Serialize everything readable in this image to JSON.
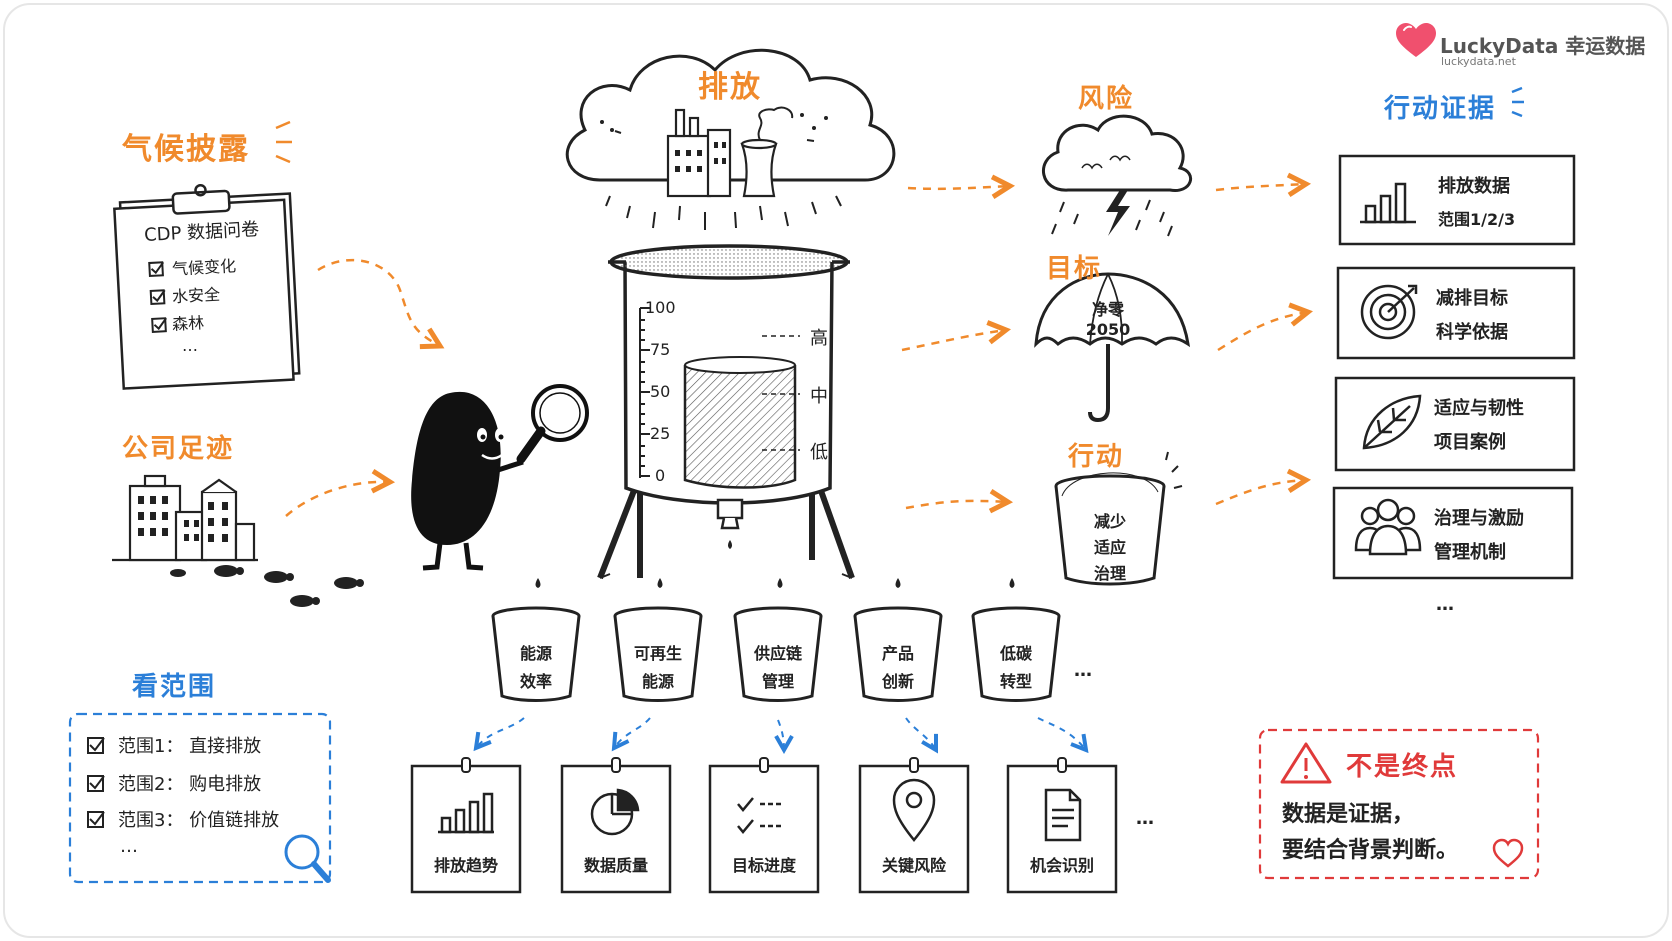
{
  "brand": {
    "name": "LuckyData 幸运数据",
    "url": "luckydata.net",
    "heart_color": "#f0506e"
  },
  "colors": {
    "orange": "#f08a2c",
    "blue": "#2b7fd8",
    "red": "#e03a3a",
    "ink": "#1e1e1e"
  },
  "left": {
    "disclosure_title": "气候披露",
    "questionnaire": {
      "title": "CDP 数据问卷",
      "items": [
        "气候变化",
        "水安全",
        "森林"
      ],
      "more": "…"
    },
    "footprint_title": "公司足迹"
  },
  "center": {
    "cloud_title": "排放",
    "tank": {
      "scale": [
        "100",
        "75",
        "50",
        "25",
        "0"
      ],
      "levels": [
        "高",
        "中",
        "低"
      ],
      "fill_percent": 65
    },
    "cups": [
      {
        "line1": "能源",
        "line2": "效率"
      },
      {
        "line1": "可再生",
        "line2": "能源"
      },
      {
        "line1": "供应链",
        "line2": "管理"
      },
      {
        "line1": "产品",
        "line2": "创新"
      },
      {
        "line1": "低碳",
        "line2": "转型"
      }
    ],
    "cups_more": "…",
    "cards": [
      "排放趋势",
      "数据质量",
      "目标进度",
      "关键风险",
      "机会识别"
    ],
    "cards_more": "…"
  },
  "scope_box": {
    "title": "看范围",
    "items": [
      "范围1：  直接排放",
      "范围2：  购电排放",
      "范围3：  价值链排放"
    ],
    "more": "…"
  },
  "right_mid": {
    "risk_title": "风险",
    "target_title": "目标",
    "umbrella": {
      "line1": "净零",
      "line2": "2050"
    },
    "action_title": "行动",
    "bucket": [
      "减少",
      "适应",
      "治理"
    ]
  },
  "evidence": {
    "title": "行动证据",
    "cards": [
      {
        "icon": "bar-chart-icon",
        "line1": "排放数据",
        "line2": "范围1/2/3"
      },
      {
        "icon": "target-icon",
        "line1": "减排目标",
        "line2": "科学依据"
      },
      {
        "icon": "leaf-icon",
        "line1": "适应与韧性",
        "line2": "项目案例"
      },
      {
        "icon": "people-icon",
        "line1": "治理与激励",
        "line2": "管理机制"
      }
    ],
    "more": "…"
  },
  "note": {
    "title": "不是终点",
    "line1": "数据是证据，",
    "line2": "要结合背景判断。"
  }
}
